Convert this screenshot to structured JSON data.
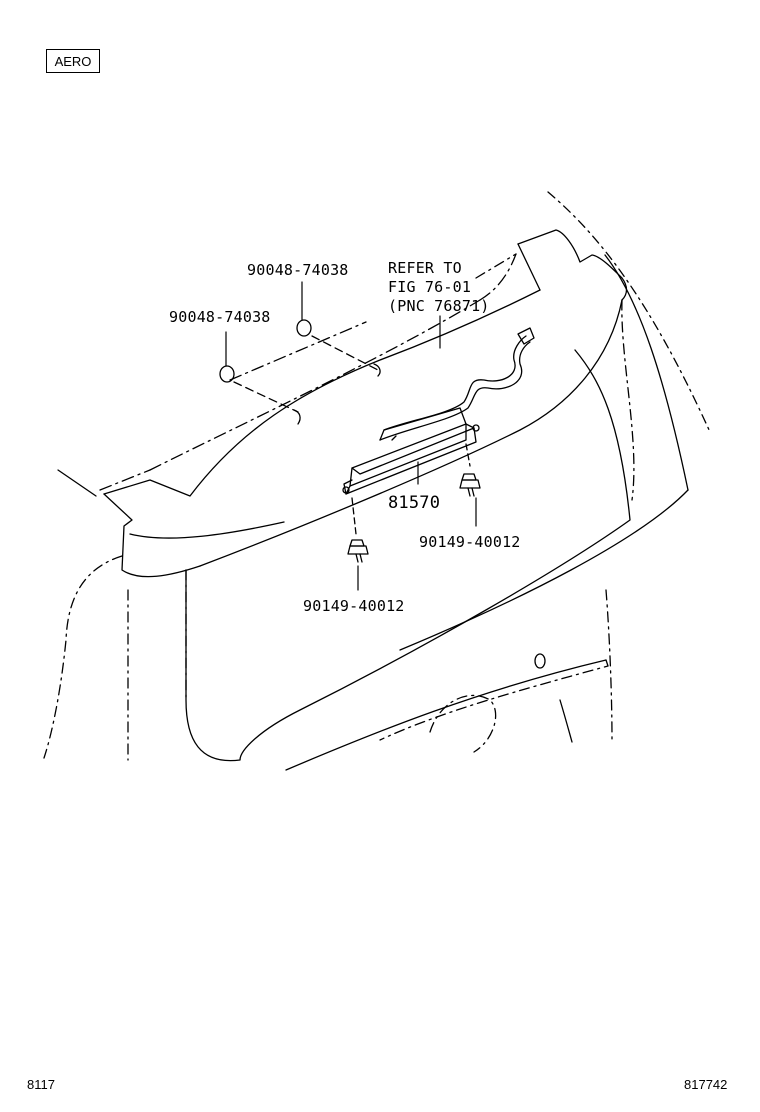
{
  "variant_tag": "AERO",
  "callouts": {
    "grommet_upper": "90048-74038",
    "grommet_lower": "90048-74038",
    "refer_line1": "REFER TO",
    "refer_line2": "FIG 76-01",
    "refer_line3": "(PNC 76871)",
    "stop_lamp": "81570",
    "screw_right": "90149-40012",
    "screw_left": "90149-40012"
  },
  "footer": {
    "figure_code": "8117",
    "illustration_number": "817742"
  }
}
